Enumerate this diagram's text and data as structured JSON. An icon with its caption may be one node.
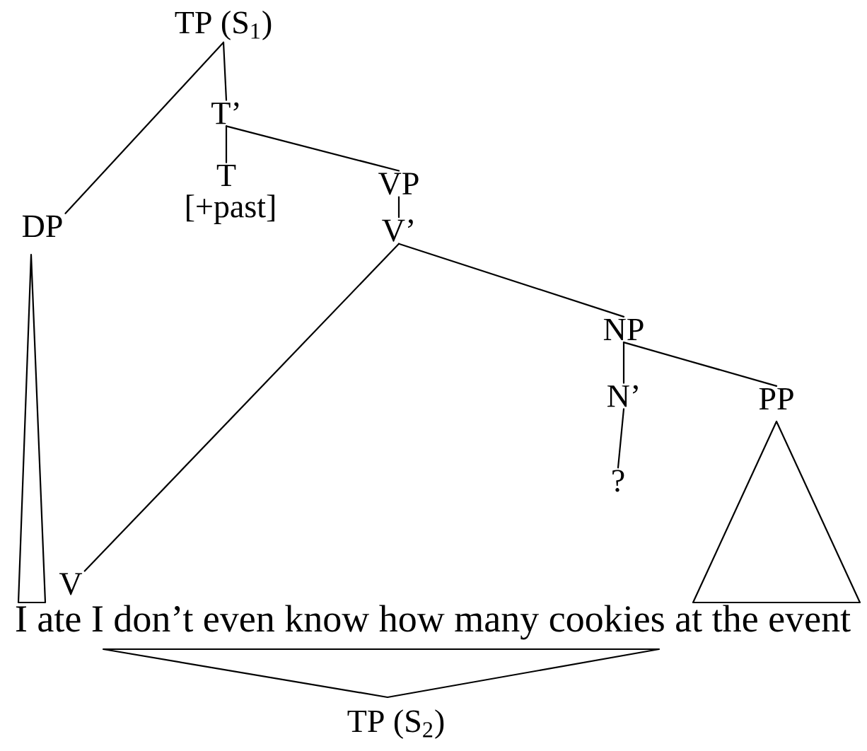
{
  "diagram": {
    "nodes": [
      {
        "text": [
          "TP (S$_{1}$)"
        ]
      },
      {
        "text": [
          "DP"
        ]
      },
      {
        "text": [
          "T’"
        ]
      },
      {
        "text": [
          "T"
        ],
        "beside": [
          "[+past]"
        ]
      },
      {
        "text": [
          "VP"
        ]
      },
      {
        "text": [
          "V’"
        ]
      },
      {
        "text": [
          "V"
        ]
      },
      {
        "text": [
          "NP"
        ]
      },
      {
        "text": [
          "N’"
        ]
      },
      {
        "text": [
          "?"
        ]
      },
      {
        "text": [
          "PP"
        ]
      },
      {
        "text": [
          "I ate I don’t even know how many cookies at the event"
        ]
      },
      {
        "text": [
          "TP (S$_{2}$)"
        ]
      }
    ],
    "edges": [
      {
        "from": 0,
        "to": 1,
        "arrow": "none"
      },
      {
        "from": 0,
        "to": 2,
        "arrow": "none"
      },
      {
        "from": 2,
        "to": 3,
        "arrow": "none"
      },
      {
        "from": 2,
        "to": 4,
        "arrow": "none"
      },
      {
        "from": 4,
        "to": 5,
        "arrow": "none"
      },
      {
        "from": 5,
        "to": 6,
        "arrow": "none"
      },
      {
        "from": 5,
        "to": 7,
        "arrow": "none"
      },
      {
        "from": 7,
        "to": 8,
        "arrow": "none"
      },
      {
        "from": 7,
        "to": 10,
        "arrow": "none"
      },
      {
        "from": 8,
        "to": 9,
        "arrow": "none"
      }
    ]
  }
}
